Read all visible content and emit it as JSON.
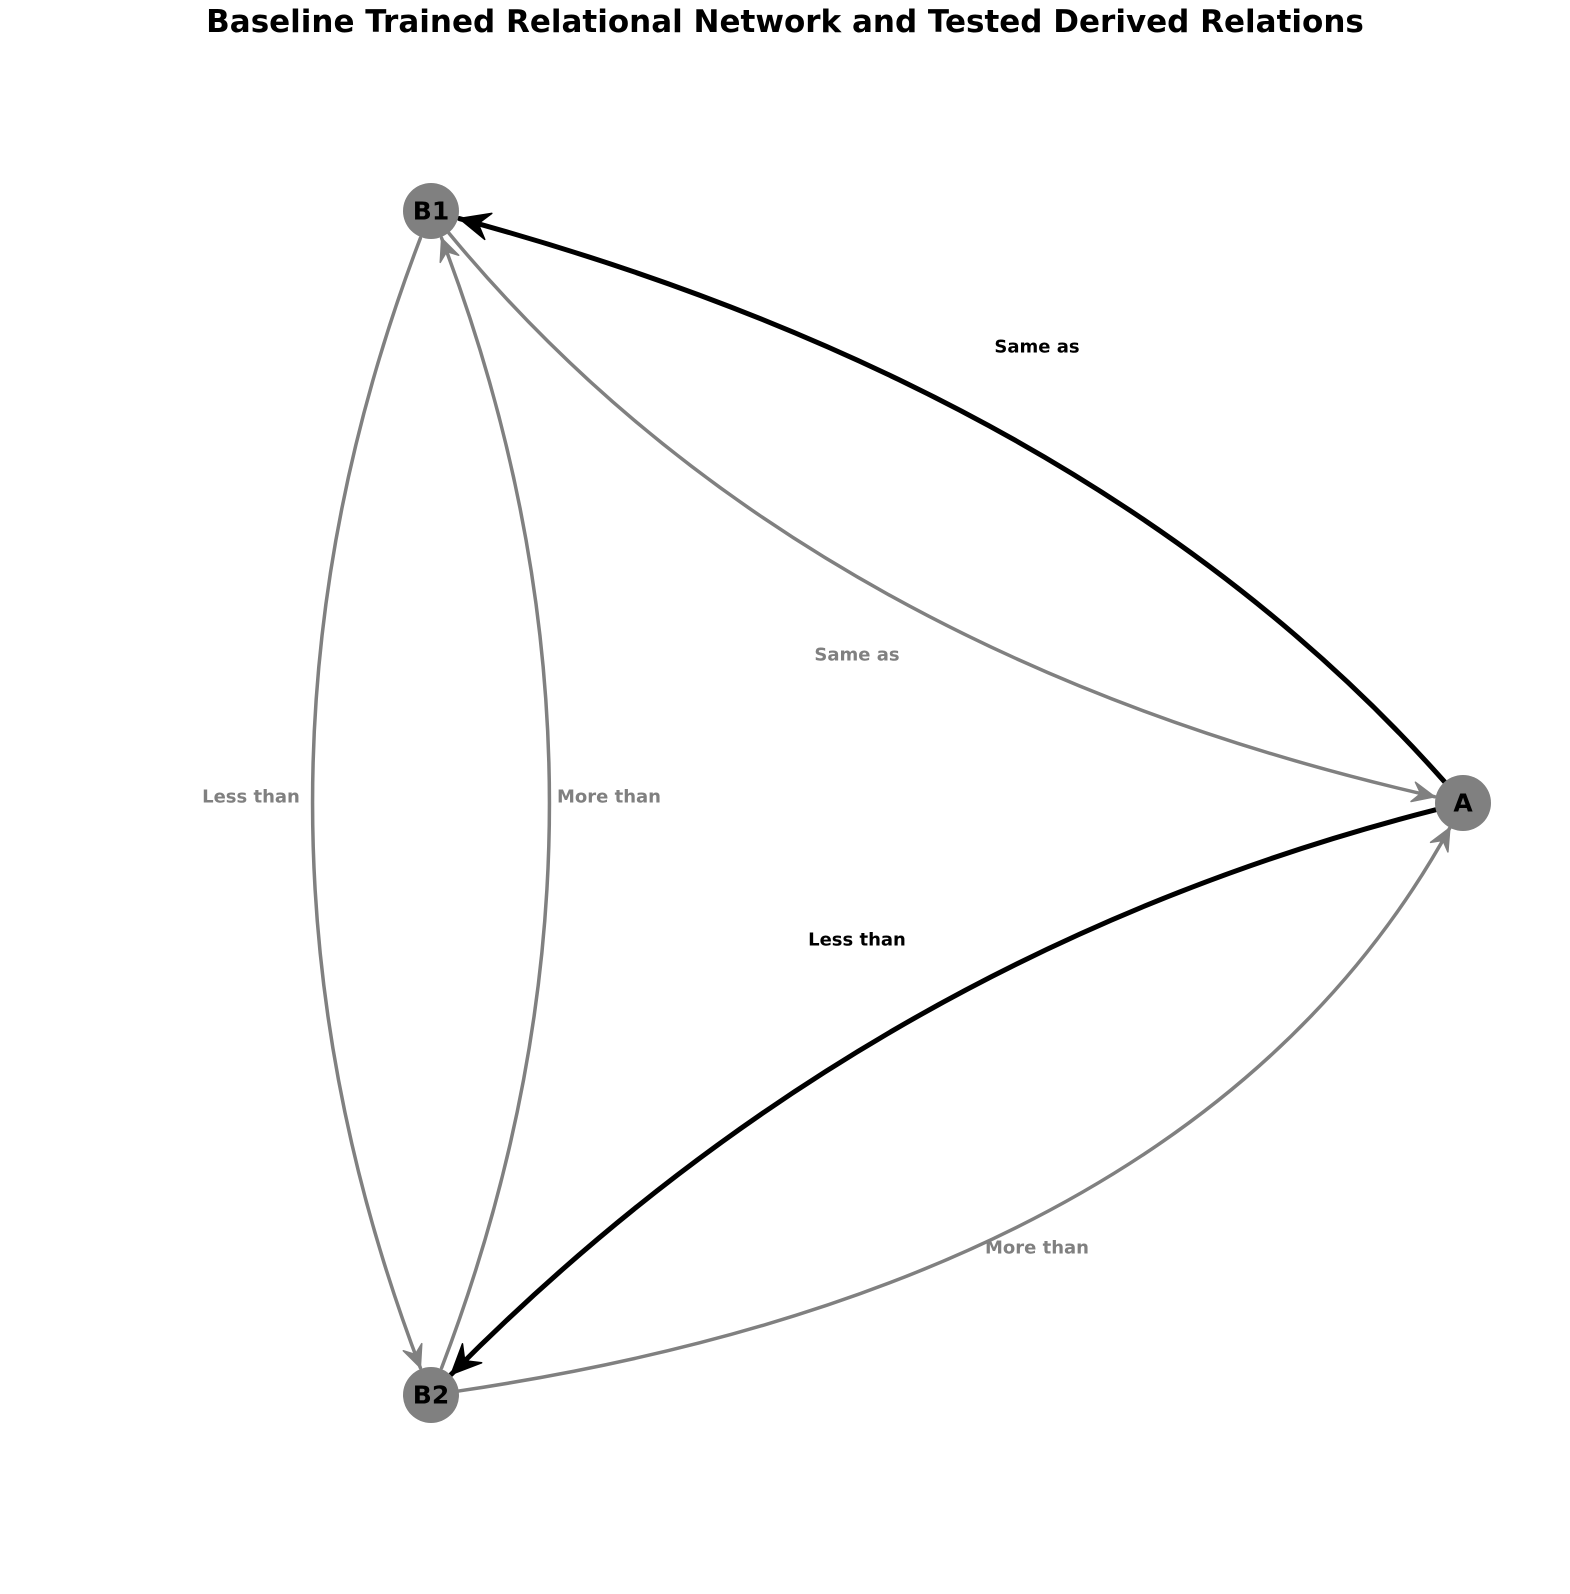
{
  "title": "Baseline Trained Relational Network and Tested Derived Relations",
  "colors": {
    "trained": "#000000",
    "derived": "#808080",
    "node_fill": "#808080"
  },
  "nodes": [
    {
      "id": "B1",
      "label": "B1"
    },
    {
      "id": "A",
      "label": "A"
    },
    {
      "id": "B2",
      "label": "B2"
    }
  ],
  "edges": [
    {
      "id": "a-b1-trained",
      "from": "A",
      "to": "B1",
      "kind": "trained",
      "label": "Same as"
    },
    {
      "id": "a-b2-trained",
      "from": "A",
      "to": "B2",
      "kind": "trained",
      "label": "Less than"
    },
    {
      "id": "b1-a-derived",
      "from": "B1",
      "to": "A",
      "kind": "derived",
      "label": "Same as"
    },
    {
      "id": "b2-a-derived",
      "from": "B2",
      "to": "A",
      "kind": "derived",
      "label": "More than"
    },
    {
      "id": "b1-b2-derived",
      "from": "B1",
      "to": "B2",
      "kind": "derived",
      "label": "Less than"
    },
    {
      "id": "b2-b1-derived",
      "from": "B2",
      "to": "B1",
      "kind": "derived",
      "label": "More than"
    }
  ]
}
